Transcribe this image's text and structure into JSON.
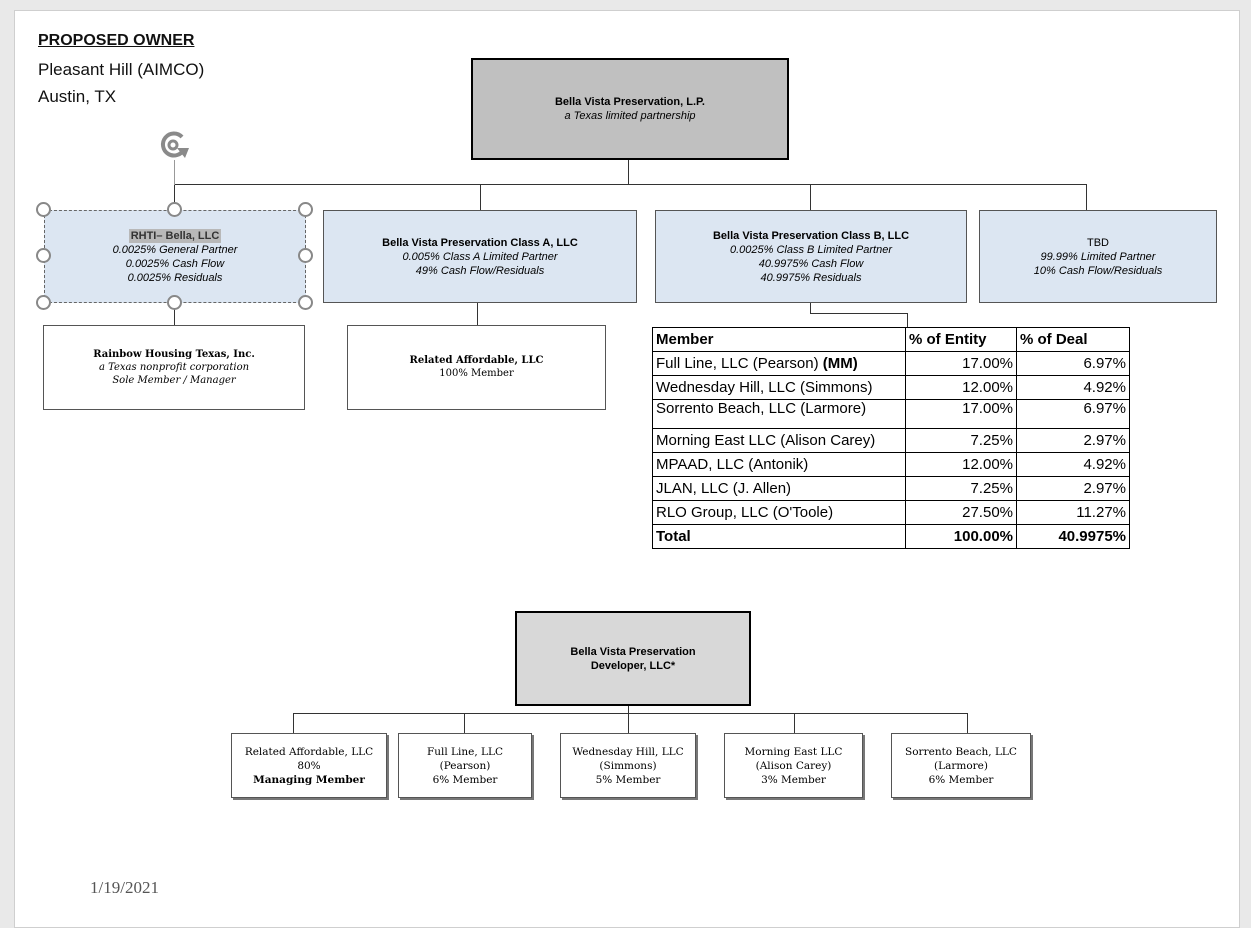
{
  "header": {
    "title": "PROPOSED OWNER",
    "line1": "Pleasant Hill (AIMCO)",
    "line2": "Austin, TX"
  },
  "top_entity": {
    "name": "Bella Vista Preservation, L.P.",
    "desc": "a Texas limited partnership"
  },
  "gp_box": {
    "name": "RHTI– Bella, LLC",
    "l1": "0.0025% General Partner",
    "l2": "0.0025% Cash Flow",
    "l3": "0.0025% Residuals"
  },
  "class_a": {
    "name": "Bella Vista Preservation Class A, LLC",
    "l1": "0.005% Class A Limited Partner",
    "l2": "49% Cash Flow/Residuals"
  },
  "class_b": {
    "name": "Bella Vista Preservation Class B, LLC",
    "l1": "0.0025% Class B Limited Partner",
    "l2": "40.9975% Cash Flow",
    "l3": "40.9975% Residuals"
  },
  "tbd": {
    "name": "TBD",
    "l1": "99.99% Limited Partner",
    "l2": "10% Cash Flow/Residuals"
  },
  "rainbow": {
    "name": "Rainbow Housing Texas, Inc.",
    "l1": "a Texas nonprofit corporation",
    "l2": "Sole Member / Manager"
  },
  "related": {
    "name": "Related Affordable, LLC",
    "l1": "100% Member"
  },
  "member_table": {
    "headers": [
      "Member",
      "% of Entity",
      "% of Deal"
    ],
    "rows": [
      {
        "member": "Full Line, LLC (Pearson) ",
        "tag": "(MM)",
        "entity": "17.00%",
        "deal": "6.97%"
      },
      {
        "member": "Wednesday Hill, LLC (Simmons)",
        "tag": "",
        "entity": "12.00%",
        "deal": "4.92%"
      },
      {
        "member": "Sorrento Beach, LLC (Larmore)",
        "tag": "",
        "entity": "17.00%",
        "deal": "6.97%"
      },
      {
        "member": "Morning East LLC (Alison Carey)",
        "tag": "",
        "entity": "7.25%",
        "deal": "2.97%"
      },
      {
        "member": "MPAAD, LLC (Antonik)",
        "tag": "",
        "entity": "12.00%",
        "deal": "4.92%"
      },
      {
        "member": "JLAN, LLC (J. Allen)",
        "tag": "",
        "entity": "7.25%",
        "deal": "2.97%"
      },
      {
        "member": "RLO Group, LLC (O'Toole)",
        "tag": "",
        "entity": "27.50%",
        "deal": "11.27%"
      }
    ],
    "total": {
      "member": "Total",
      "entity": "100.00%",
      "deal": "40.9975%"
    }
  },
  "developer": {
    "l1": "Bella Vista Preservation",
    "l2": "Developer, LLC*"
  },
  "dev_members": [
    {
      "l1": "Related Affordable, LLC",
      "l2a": "80% ",
      "l2b": "Managing Member"
    },
    {
      "l1": "Full Line, LLC",
      "l2": "(Pearson)",
      "l3": "6% Member"
    },
    {
      "l1": "Wednesday Hill, LLC",
      "l2": "(Simmons)",
      "l3": "5% Member"
    },
    {
      "l1": "Morning East LLC",
      "l2": "(Alison Carey)",
      "l3": "3% Member"
    },
    {
      "l1": "Sorrento Beach, LLC",
      "l2": "(Larmore)",
      "l3": "6% Member"
    }
  ],
  "date": "1/19/2021",
  "icons": {
    "rotate": "rotate-handle-icon"
  },
  "colors": {
    "top_box": "#c0c0c0",
    "blue_box": "#dce6f2",
    "dev_box": "#d8d8d8"
  }
}
